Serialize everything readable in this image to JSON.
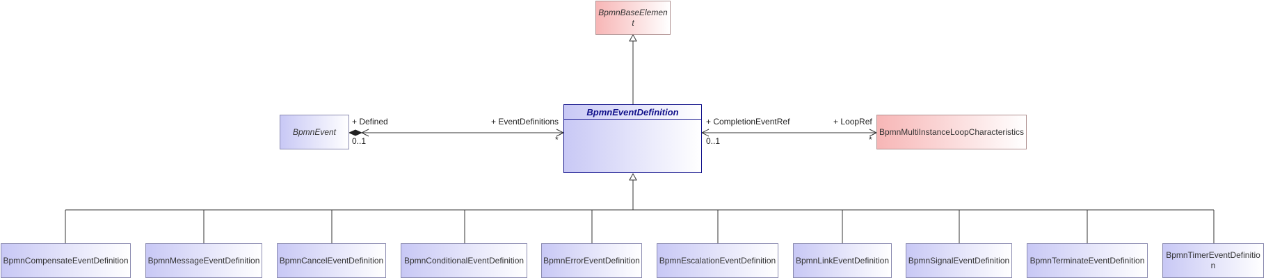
{
  "classes": {
    "base": "BpmnBaseElement",
    "main": "BpmnEventDefinition",
    "event": "BpmnEvent",
    "loop": "BpmnMultiInstanceLoopCharacteristics",
    "subclasses": [
      "BpmnCompensateEventDefinition",
      "BpmnMessageEventDefinition",
      "BpmnCancelEventDefinition",
      "BpmnConditionalEventDefinition",
      "BpmnErrorEventDefinition",
      "BpmnEscalationEventDefinition",
      "BpmnLinkEventDefinition",
      "BpmnSignalEventDefinition",
      "BpmnTerminateEventDefinition",
      "BpmnTimerEventDefinition"
    ]
  },
  "associations": {
    "defined": {
      "role": "+ Defined",
      "multiplicity": "0..1"
    },
    "event_definitions": {
      "role": "+ EventDefinitions",
      "multiplicity": "*"
    },
    "completion_event_ref": {
      "role": "+ CompletionEventRef",
      "multiplicity": "0..1"
    },
    "loop_ref": {
      "role": "+ LoopRef",
      "multiplicity": "*"
    }
  },
  "colors": {
    "abstract_class": "#c8c8f5",
    "external_class": "#f7b6b6",
    "main_border": "#10108a",
    "line": "#333333"
  }
}
